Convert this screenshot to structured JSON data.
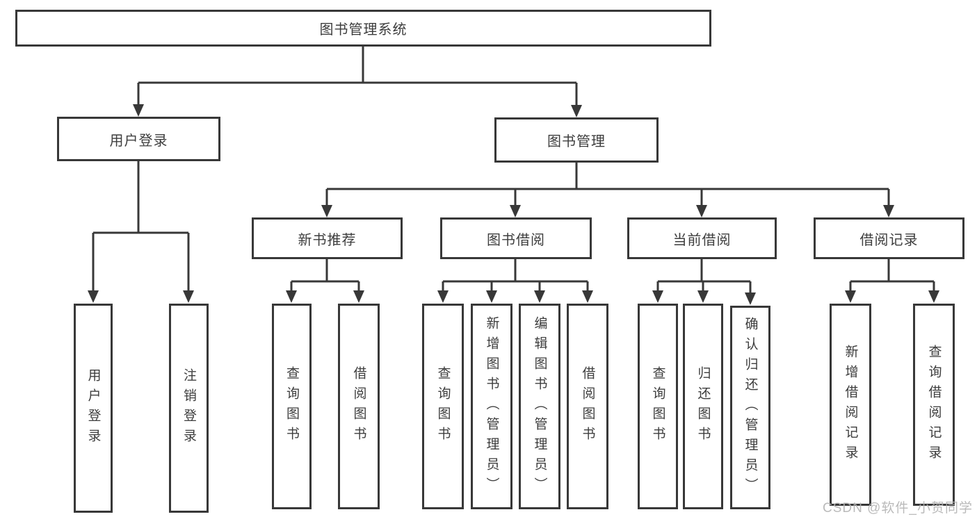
{
  "diagram": {
    "type": "hierarchy-tree",
    "tree": {
      "label": "图书管理系统",
      "children": [
        {
          "label": "用户登录",
          "children": [
            {
              "label": "用户登录"
            },
            {
              "label": "注销登录"
            }
          ]
        },
        {
          "label": "图书管理",
          "children": [
            {
              "label": "新书推荐",
              "children": [
                {
                  "label": "查询图书"
                },
                {
                  "label": "借阅图书"
                }
              ]
            },
            {
              "label": "图书借阅",
              "children": [
                {
                  "label": "查询图书"
                },
                {
                  "label": "新增图书（管理员）"
                },
                {
                  "label": "编辑图书（管理员）"
                },
                {
                  "label": "借阅图书"
                }
              ]
            },
            {
              "label": "当前借阅",
              "children": [
                {
                  "label": "查询图书"
                },
                {
                  "label": "归还图书"
                },
                {
                  "label": "确认归还（管理员）"
                }
              ]
            },
            {
              "label": "借阅记录",
              "children": [
                {
                  "label": "新增借阅记录"
                },
                {
                  "label": "查询借阅记录"
                }
              ]
            }
          ]
        }
      ]
    },
    "watermark": "CSDN @软件_小贺同学",
    "colors": {
      "line": "#383838",
      "box_border": "#383838",
      "box_fill": "#ffffff",
      "text": "#3d3d3d",
      "watermark": "#b3b3b3",
      "background": "#ffffff"
    }
  }
}
